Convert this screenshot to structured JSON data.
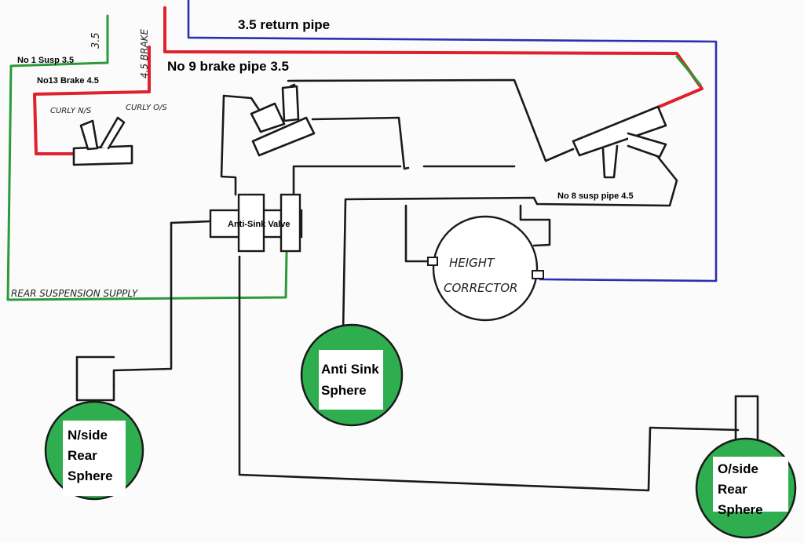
{
  "labels": {
    "return_pipe": "3.5 return pipe",
    "brake_pipe_9": "No 9 brake pipe 3.5",
    "susp_1": "No 1 Susp 3.5",
    "brake_13": "No13 Brake 4.5",
    "vert_35": "3.5",
    "vert_45_brake": "4.5 BRAKE",
    "curly_ns": "CURLY N/S",
    "curly_os": "CURLY O/S",
    "anti_sink_valve": "Anti-Sink Valve",
    "susp_8": "No 8 susp pipe 4.5",
    "height_corrector_1": "HEIGHT",
    "height_corrector_2": "CORRECTOR",
    "rear_supply": "REAR SUSPENSION SUPPLY"
  },
  "spheres": {
    "ns_rear": [
      "N/side",
      "Rear",
      "Sphere"
    ],
    "anti_sink": [
      "Anti Sink",
      "Sphere"
    ],
    "os_rear": [
      "O/side",
      "Rear",
      "Sphere"
    ]
  },
  "colors": {
    "brake_pipe": "#e0202a",
    "suspension_pipe": "#2a9a3a",
    "return_pipe": "#2a30b0",
    "sphere": "#2eae4e"
  }
}
